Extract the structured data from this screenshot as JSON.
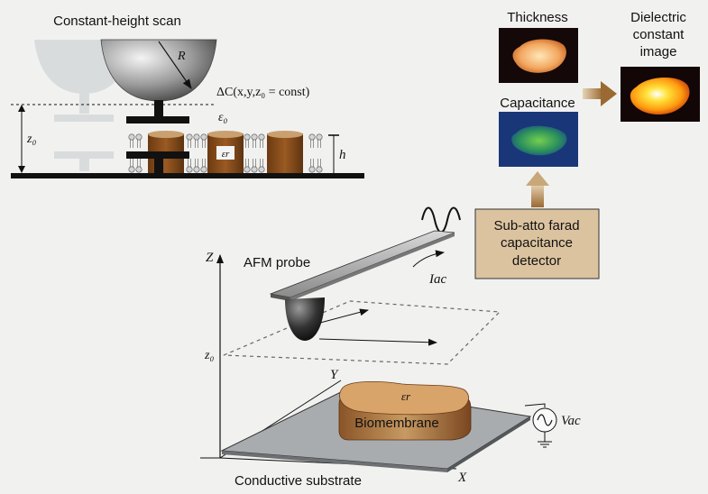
{
  "scan": {
    "title": "Constant-height scan",
    "tip_radius": "R",
    "capacitance_label": "ΔC(x,y,z₀ = const)",
    "epsilon_0": "ε₀",
    "epsilon_r": "εr",
    "height": "h",
    "z0": "z₀"
  },
  "images": {
    "thickness": "Thickness",
    "capacitance": "Capacitance",
    "dielectric_line1": "Dielectric",
    "dielectric_line2": "constant",
    "dielectric_line3": "image"
  },
  "detector": {
    "line1": "Sub-atto farad",
    "line2": "capacitance",
    "line3": "detector"
  },
  "setup": {
    "axis_z": "Z",
    "axis_y": "Y",
    "axis_x": "X",
    "probe_label": "AFM probe",
    "current_label": "Iac",
    "z0": "z₀",
    "epsilon_r": "εr",
    "membrane_label": "Biomembrane",
    "voltage_label": "Vac",
    "substrate_label": "Conductive substrate"
  },
  "colors": {
    "background": "#f1f1f0",
    "detector_fill": "#dcc3a0",
    "membrane": "#a0642e",
    "arrow": "#b88a52",
    "substrate": "#a9acaf"
  }
}
